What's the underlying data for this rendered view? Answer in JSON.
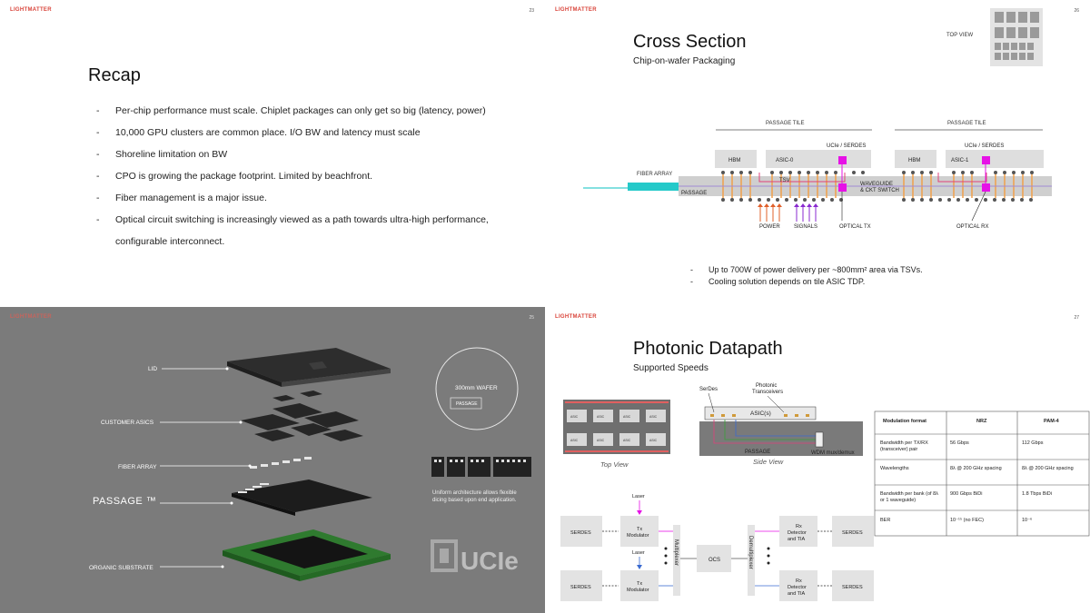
{
  "brand": {
    "logo": "LIGHTMATTER"
  },
  "slide1": {
    "page": "23",
    "title": "Recap",
    "bullets": [
      "Per-chip performance must scale. Chiplet packages can only get so big (latency, power)",
      "10,000 GPU clusters are common place. I/O BW and latency must scale",
      "Shoreline limitation on BW",
      "CPO is growing the package footprint. Limited by beachfront.",
      "Fiber management is a major issue.",
      "Optical circuit switching is increasingly viewed as a path towards ultra-high performance, configurable interconnect."
    ]
  },
  "slide2": {
    "page": "26",
    "title": "Cross Section",
    "subtitle": "Chip-on-wafer Packaging",
    "top_view": "TOP VIEW",
    "labels": {
      "passage_tile": "PASSAGE TILE",
      "hbm": "HBM",
      "asic0": "ASIC-0",
      "asic1": "ASIC-1",
      "ucie": "UCIe / SERDES",
      "fiber_array": "FIBER ARRAY",
      "passage": "PASSAGE",
      "tsv": "TSV",
      "waveguide": "WAVEGUIDE",
      "ckt_switch": "& CKT SWITCH",
      "power": "POWER",
      "signals": "SIGNALS",
      "optical_tx": "OPTICAL TX",
      "optical_rx": "OPTICAL RX"
    },
    "notes": [
      "Up to 700W of power delivery per ~800mm² area via TSVs.",
      "Cooling solution depends on tile ASIC TDP."
    ]
  },
  "slide3": {
    "page": "25",
    "labels": {
      "lid": "LID",
      "customer_asics": "CUSTOMER ASICS",
      "fiber_array": "FIBER ARRAY",
      "passage": "PASSAGE ™",
      "organic_substrate": "ORGANIC SUBSTRATE",
      "wafer": "300mm WAFER",
      "wafer_passage": "PASSAGE",
      "uniform_line1": "Uniform architecture allows flexible",
      "uniform_line2": "dicing based upon end application.",
      "ucie": "UCIe"
    }
  },
  "slide4": {
    "page": "27",
    "title": "Photonic Datapath",
    "subtitle": "Supported Speeds",
    "top_view": "Top View",
    "side_view": "Side View",
    "asic_small": "ASIC",
    "serdes_label": "SerDes",
    "photonic_line1": "Photonic",
    "photonic_line2": "Transceivers",
    "asics": "ASIC(s)",
    "passage": "PASSAGE",
    "wdm": "WDM mux/demux",
    "flow": {
      "serdes": "SERDES",
      "laser": "Laser",
      "tx_mod_1": "Tx",
      "tx_mod_2": "Modulator",
      "multiplexer": "Multiplexer",
      "ocs": "OCS",
      "demultiplexer": "Demultiplexer",
      "rx_1": "Rx",
      "rx_2": "Detector",
      "rx_3": "and TIA"
    },
    "table": {
      "headers": [
        "Modulation format",
        "NRZ",
        "PAM-4"
      ],
      "rows": [
        [
          "Bandwidth per TX/RX (transceiver) pair",
          "56 Gbps",
          "112 Gbps"
        ],
        [
          "Wavelengths",
          "8λ @ 200 GHz spacing",
          "8λ @ 200 GHz spacing"
        ],
        [
          "Bandwidth per bank (of 8λ or 1 waveguide)",
          "900 Gbps BiDi",
          "1.8 Tbps BiDi"
        ],
        [
          "BER",
          "10⁻¹⁵ (no FEC)",
          "10⁻⁶"
        ]
      ]
    }
  }
}
